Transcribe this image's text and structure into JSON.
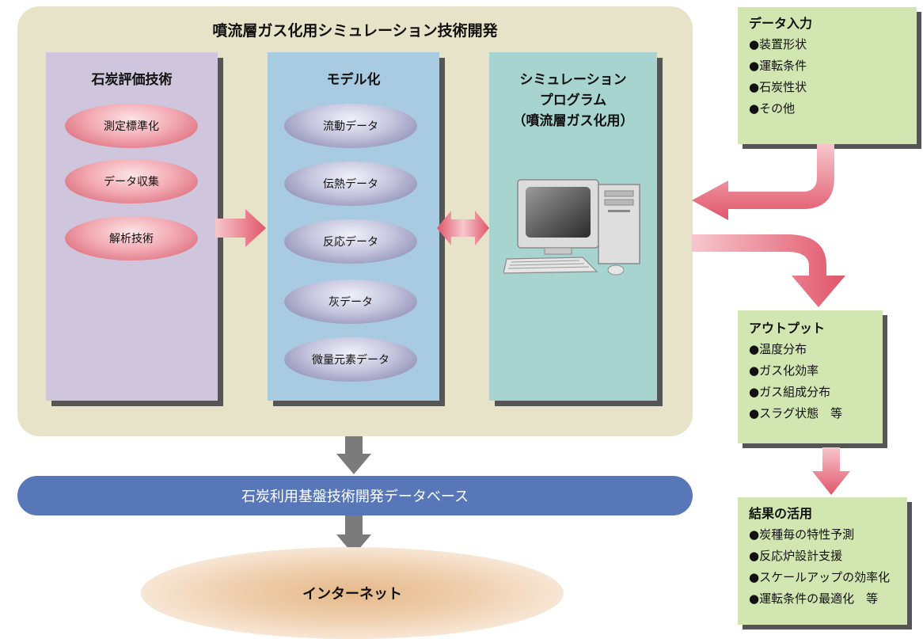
{
  "title": "噴流層ガス化用シミュレーション技術開発",
  "coal_eval": {
    "title": "石炭評価技術",
    "items": [
      "測定標準化",
      "データ収集",
      "解析技術"
    ]
  },
  "modeling": {
    "title": "モデル化",
    "items": [
      "流動データ",
      "伝熱データ",
      "反応データ",
      "灰データ",
      "微量元素データ"
    ]
  },
  "simulation": {
    "title_line1": "シミュレーション",
    "title_line2": "プログラム",
    "title_line3": "（噴流層ガス化用）"
  },
  "data_input": {
    "title": "データ入力",
    "items": [
      "●装置形状",
      "●運転条件",
      "●石炭性状",
      "●その他"
    ]
  },
  "output": {
    "title": "アウトプット",
    "items": [
      "●温度分布",
      "●ガス化効率",
      "●ガス組成分布",
      "●スラグ状態　等"
    ]
  },
  "results": {
    "title": "結果の活用",
    "items": [
      "●炭種毎の特性予測",
      "●反応炉設計支援",
      "●スケールアップの効率化",
      "●運転条件の最適化　等"
    ]
  },
  "database": "石炭利用基盤技術開発データベース",
  "internet": "インターネット",
  "colors": {
    "panel": "#e7e3c8",
    "coal_column": "#cfc6dd",
    "model_column": "#a9cbe2",
    "sim_column": "#a8d4cf",
    "side_box": "#d2e6b2",
    "database_bar": "#5877b8",
    "arrow_red": "#e05a6e",
    "arrow_gray": "#7b7b7b"
  },
  "icons": [
    "computer-icon",
    "arrow-right-icon",
    "double-arrow-icon",
    "arrow-down-icon"
  ]
}
